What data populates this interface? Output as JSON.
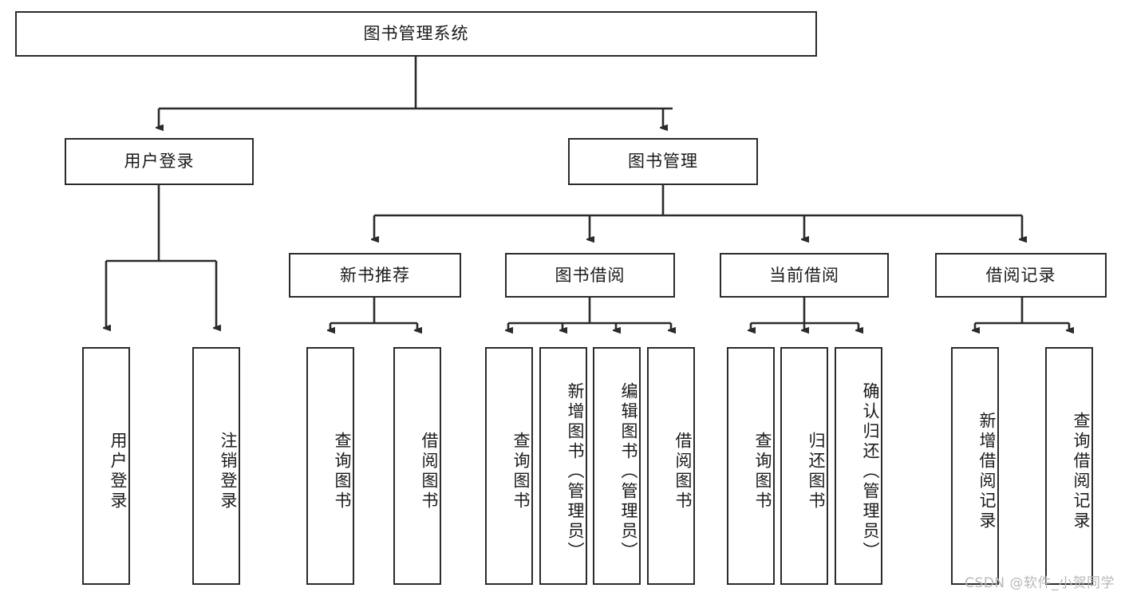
{
  "diagram": {
    "title": "图书管理系统",
    "type": "tree",
    "root": {
      "label": "图书管理系统"
    },
    "level2": [
      {
        "label": "用户登录"
      },
      {
        "label": "图书管理"
      }
    ],
    "level3": [
      {
        "label": "新书推荐"
      },
      {
        "label": "图书借阅"
      },
      {
        "label": "当前借阅"
      },
      {
        "label": "借阅记录"
      }
    ],
    "leaves": {
      "user_login": [
        {
          "label": "用户登录"
        },
        {
          "label": "注销登录"
        }
      ],
      "new_book_recommend": [
        {
          "label": "查询图书"
        },
        {
          "label": "借阅图书"
        }
      ],
      "book_borrow": [
        {
          "label": "查询图书"
        },
        {
          "label": "新增图书（管理员）"
        },
        {
          "label": "编辑图书（管理员）"
        },
        {
          "label": "借阅图书"
        }
      ],
      "current_borrow": [
        {
          "label": "查询图书"
        },
        {
          "label": "归还图书"
        },
        {
          "label": "确认归还（管理员）"
        }
      ],
      "borrow_record": [
        {
          "label": "新增借阅记录"
        },
        {
          "label": "查询借阅记录"
        }
      ]
    }
  },
  "watermark": {
    "text": "CSDN @软件_小贺同学"
  },
  "colors": {
    "stroke": "#2b2b2b",
    "fill": "#ffffff",
    "text": "#1a1a1a",
    "watermark": "#b8b8b8"
  }
}
